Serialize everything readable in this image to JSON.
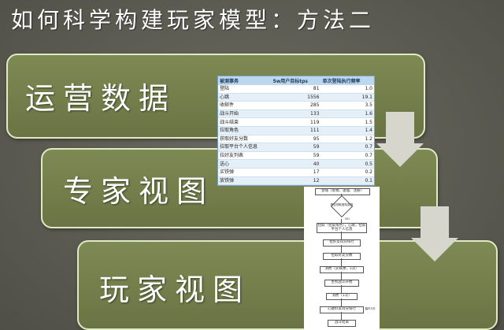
{
  "slide": {
    "title": "如何科学构建玩家模型：方法二",
    "steps": [
      "运营数据",
      "专家视图",
      "玩家视图"
    ]
  },
  "table": {
    "headers": [
      "被测事务",
      "5w用户目标tps",
      "单次登陆执行频率"
    ],
    "rows": [
      [
        "登陆",
        "81",
        "1.0"
      ],
      [
        "心跳",
        "1556",
        "19.1"
      ],
      [
        "收邮件",
        "285",
        "3.5"
      ],
      [
        "战斗开始",
        "133",
        "1.6"
      ],
      [
        "战斗结束",
        "119",
        "1.5"
      ],
      [
        "拉取角色",
        "111",
        "1.4"
      ],
      [
        "获取好友分数",
        "95",
        "1.2"
      ],
      [
        "拉取平台个人信息",
        "59",
        "0.7"
      ],
      [
        "拉好友列表",
        "59",
        "0.7"
      ],
      [
        "送心",
        "40",
        "0.5"
      ],
      [
        "买铁弹",
        "17",
        "0.2"
      ],
      [
        "放铁弹",
        "12",
        "0.1"
      ]
    ]
  },
  "flowchart": {
    "start": "登陆（客端、送理、注册）",
    "decision": "是否领取登陆奖励",
    "decision_yes": "YES",
    "decision_no": "NO",
    "steps": [
      "拉取（拉取角色），心跳，拉取平台个人信息",
      "拉好友得分排行",
      "拉取好友分数",
      "消费（买铁弹，1次）",
      "生机战斗开始",
      "消费（1次）",
      "心跳好友得分排行",
      "战斗结束"
    ],
    "side_note": "循环5次"
  },
  "colors": {
    "step_fill": "#76804c",
    "step_border": "#dfe9c3",
    "arrow": "#d6d6cc",
    "table_header": "#bdd7ee"
  }
}
